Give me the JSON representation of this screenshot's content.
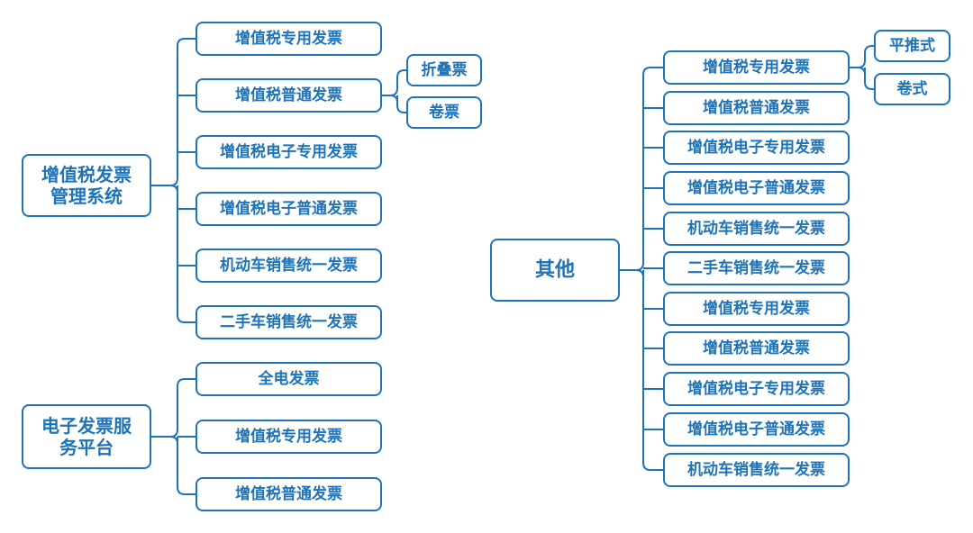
{
  "diagram": {
    "accent_color": "#1f73b7",
    "roots": [
      {
        "label_lines": [
          "增值税发票",
          "管理系统"
        ],
        "children": [
          {
            "label": "增值税专用发票"
          },
          {
            "label": "增值税普通发票",
            "children": [
              {
                "label": "折叠票"
              },
              {
                "label": "卷票"
              }
            ]
          },
          {
            "label": "增值税电子专用发票"
          },
          {
            "label": "增值税电子普通发票"
          },
          {
            "label": "机动车销售统一发票"
          },
          {
            "label": "二手车销售统一发票"
          }
        ]
      },
      {
        "label_lines": [
          "电子发票服",
          "务平台"
        ],
        "children": [
          {
            "label": "全电发票"
          },
          {
            "label": "增值税专用发票"
          },
          {
            "label": "增值税普通发票"
          }
        ]
      },
      {
        "label_lines": [
          "其他"
        ],
        "children": [
          {
            "label": "增值税专用发票",
            "children": [
              {
                "label": "平推式"
              },
              {
                "label": "卷式"
              }
            ]
          },
          {
            "label": "增值税普通发票"
          },
          {
            "label": "增值税电子专用发票"
          },
          {
            "label": "增值税电子普通发票"
          },
          {
            "label": "机动车销售统一发票"
          },
          {
            "label": "二手车销售统一发票"
          },
          {
            "label": "增值税专用发票"
          },
          {
            "label": "增值税普通发票"
          },
          {
            "label": "增值税电子专用发票"
          },
          {
            "label": "增值税电子普通发票"
          },
          {
            "label": "机动车销售统一发票"
          }
        ]
      }
    ]
  }
}
